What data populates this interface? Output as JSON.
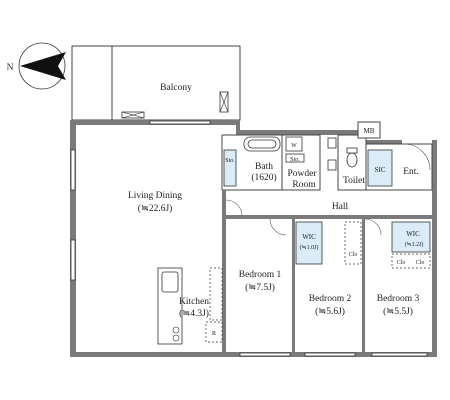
{
  "compass": {
    "north_letter": "N"
  },
  "rooms": {
    "balcony": "Balcony",
    "living_dining": "Living Dining",
    "living_dining_size": "(≒22.6J)",
    "bath": "Bath",
    "bath_size": "(1620)",
    "powder_room_1": "Powder",
    "powder_room_2": "Room",
    "toilet": "Toilet",
    "sic": "SIC",
    "ent": "Ent.",
    "mb": "MB",
    "hall": "Hall",
    "kitchen": "Kitchen",
    "kitchen_size": "(≒4.3J)",
    "bedroom1": "Bedroom 1",
    "bedroom1_size": "(≒7.5J)",
    "bedroom2": "Bedroom 2",
    "bedroom2_size": "(≒5.6J)",
    "bedroom3": "Bedroom 3",
    "bedroom3_size": "(≒5.5J)",
    "wic1": "WIC",
    "wic1_size": "(≒1.0J)",
    "wic2": "WIC",
    "wic2_size": "(≒1.2J)",
    "clo1": "Clo",
    "clo2": "Clo",
    "clo3": "Clo",
    "sto": "Sto.",
    "sto2": "Sto.",
    "refrigerator": "R",
    "washer": "W"
  }
}
